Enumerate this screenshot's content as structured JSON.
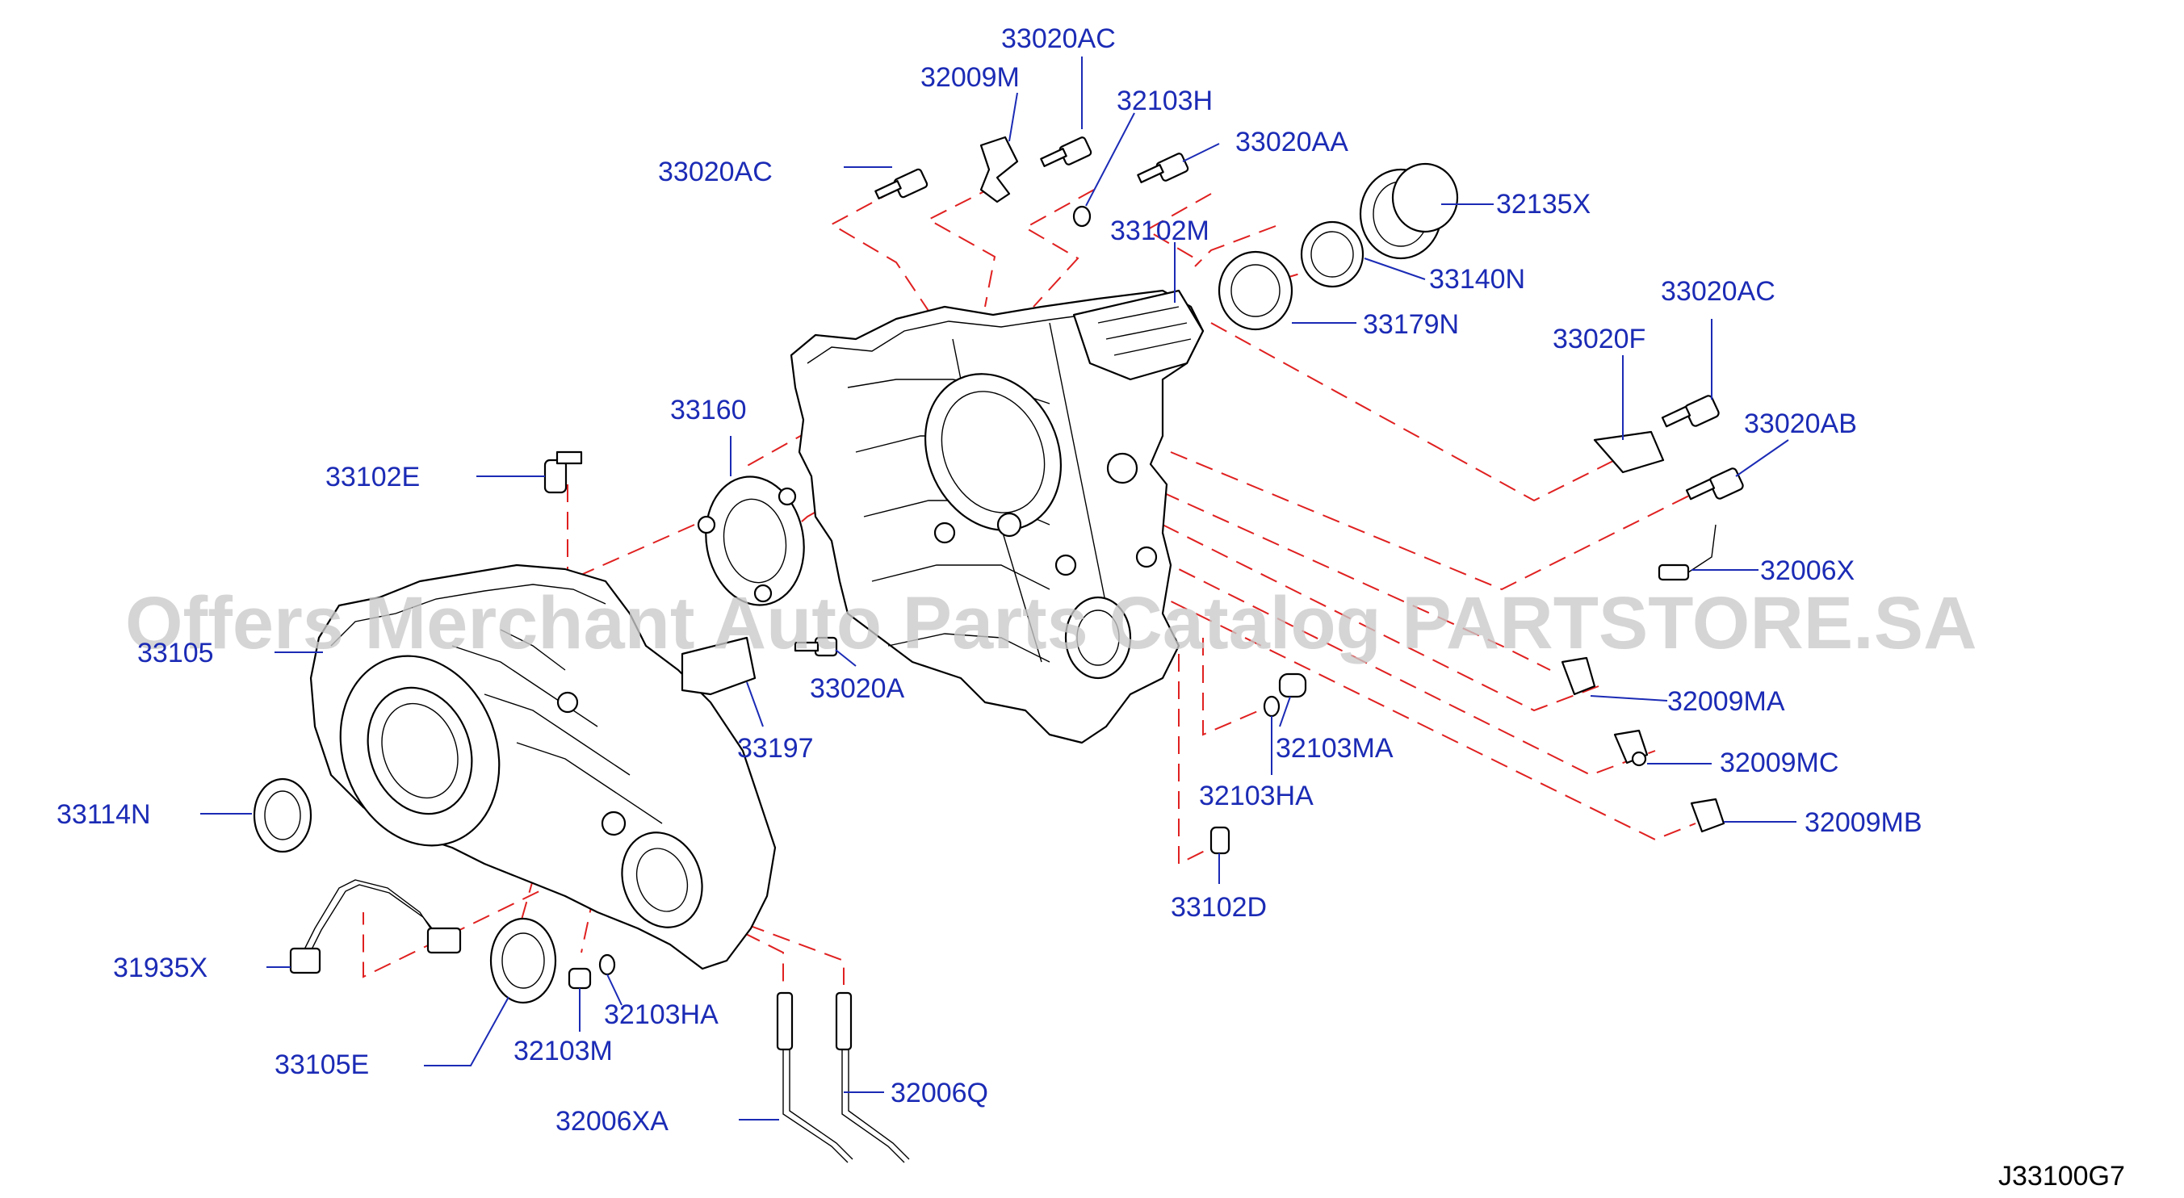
{
  "diagram": {
    "reference_code": "J33100G7",
    "watermark": "Offers Merchant Auto Parts Catalog PARTSTORE.SA",
    "callouts": {
      "c_33020AC_top": "33020AC",
      "c_32009M": "32009M",
      "c_32103H": "32103H",
      "c_33020AA": "33020AA",
      "c_33020AC_left": "33020AC",
      "c_32135X": "32135X",
      "c_33102M": "33102M",
      "c_33140N": "33140N",
      "c_33179N": "33179N",
      "c_33020AC_right": "33020AC",
      "c_33020F": "33020F",
      "c_33020AB": "33020AB",
      "c_33160": "33160",
      "c_33102E": "33102E",
      "c_32006X": "32006X",
      "c_33105": "33105",
      "c_33020A": "33020A",
      "c_32009MA": "32009MA",
      "c_33197": "33197",
      "c_32103MA": "32103MA",
      "c_32009MC": "32009MC",
      "c_32103HA_mid": "32103HA",
      "c_33114N": "33114N",
      "c_32009MB": "32009MB",
      "c_33102D": "33102D",
      "c_31935X": "31935X",
      "c_32103HA_low": "32103HA",
      "c_32103M": "32103M",
      "c_33105E": "33105E",
      "c_32006Q": "32006Q",
      "c_32006XA": "32006XA"
    }
  }
}
